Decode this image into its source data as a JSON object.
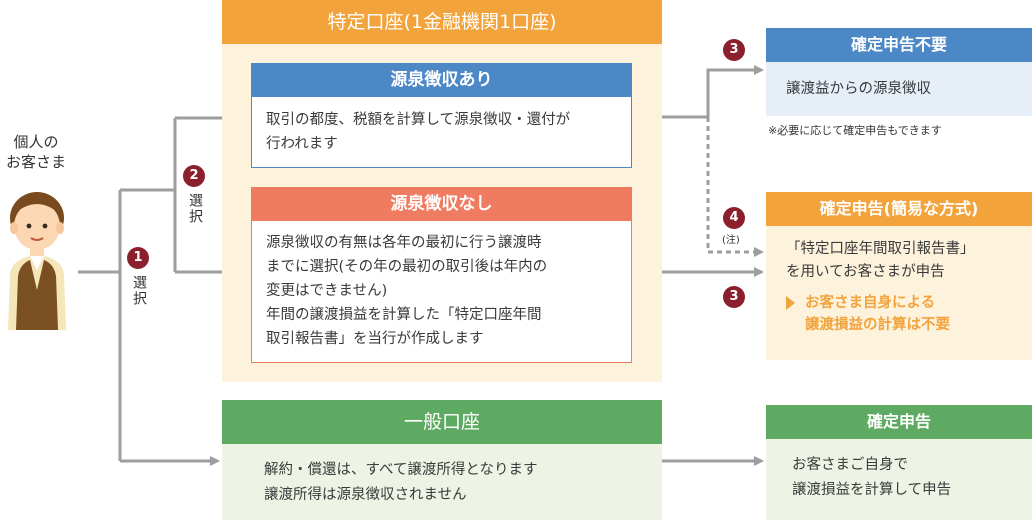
{
  "person": {
    "label_line1": "個人の",
    "label_line2": "お客さま"
  },
  "badges": {
    "b1": "1",
    "b2": "2",
    "b3a": "3",
    "b3b": "3",
    "b4": "4",
    "b4_note": "(注)"
  },
  "choice_label": "選択",
  "tokutei": {
    "title": "特定口座(1金融機関1口座)",
    "with_withholding": {
      "title": "源泉徴収あり",
      "lines": [
        "取引の都度、税額を計算して源泉徴収・還付が",
        "行われます"
      ]
    },
    "without_withholding": {
      "title": "源泉徴収なし",
      "lines": [
        "源泉徴収の有無は各年の最初に行う譲渡時",
        "までに選択(その年の最初の取引後は年内の",
        "変更はできません)",
        "年間の譲渡損益を計算した「特定口座年間",
        "取引報告書」を当行が作成します"
      ]
    }
  },
  "general": {
    "title": "一般口座",
    "lines": [
      "解約・償還は、すべて譲渡所得となります",
      "譲渡所得は源泉徴収されません"
    ]
  },
  "result_no_return": {
    "title": "確定申告不要",
    "body": "譲渡益からの源泉徴収",
    "note": "※必要に応じて確定申告もできます"
  },
  "result_simple": {
    "title": "確定申告(簡易な方式)",
    "lines": [
      "「特定口座年間取引報告書」",
      "を用いてお客さまが申告"
    ],
    "highlight_lines": [
      "お客さま自身による",
      "譲渡損益の計算は不要"
    ]
  },
  "result_return": {
    "title": "確定申告",
    "lines": [
      "お客さまご自身で",
      "譲渡損益を計算して申告"
    ]
  },
  "colors": {
    "blue": "#4c87c6",
    "orange": "#f2a33c",
    "salmon": "#ef7c60",
    "green": "#5faa62",
    "badge": "#8c1f2c",
    "line": "#9e9e9e"
  }
}
